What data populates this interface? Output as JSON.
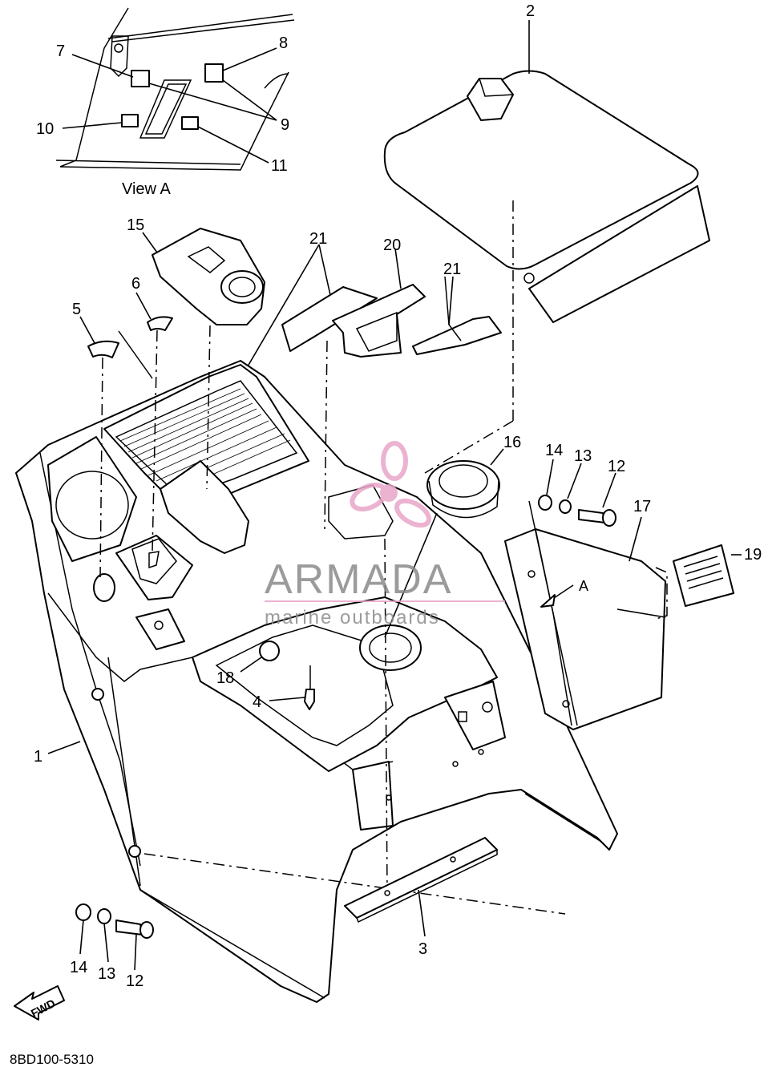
{
  "view_label": "View A",
  "view_pointer_label": "A",
  "drawing_code": "8BD100-5310",
  "watermark": {
    "brand": "ARMADA",
    "tagline": "marine outboards",
    "brand_color": "#e9a6c9",
    "text_color": "#8a8a8a"
  },
  "fwd_label": "FWD",
  "callouts": {
    "c1": "1",
    "c2": "2",
    "c3": "3",
    "c4": "4",
    "c5": "5",
    "c6": "6",
    "c7": "7",
    "c8": "8",
    "c9": "9",
    "c10": "10",
    "c11": "11",
    "c12a": "12",
    "c12b": "12",
    "c13a": "13",
    "c13b": "13",
    "c14a": "14",
    "c14b": "14",
    "c15": "15",
    "c16": "16",
    "c17": "17",
    "c18": "18",
    "c19": "19",
    "c20": "20",
    "c21a": "21",
    "c21b": "21"
  }
}
